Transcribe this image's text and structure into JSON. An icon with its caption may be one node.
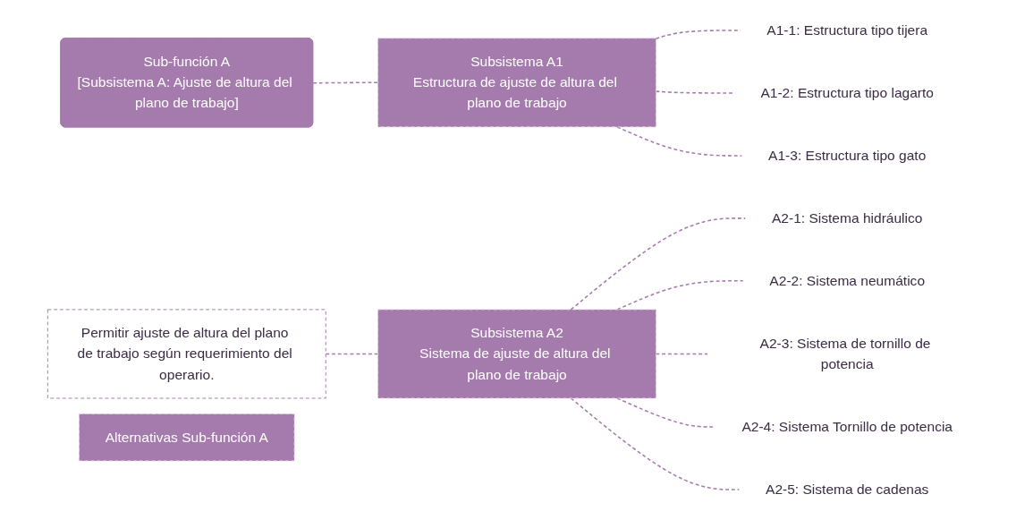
{
  "diagram": {
    "nodes": [
      {
        "text": [
          "Sub-función A",
          "[Subsistema A: Ajuste de altura del plano de trabajo]"
        ]
      },
      {
        "text": [
          "Permitir ajuste de altura del plano de trabajo según requerimiento del operario."
        ]
      },
      {
        "text": [
          "Subsistema A1",
          "Estructura de ajuste de altura del plano de trabajo"
        ]
      },
      {
        "text": [
          "Subsistema A2",
          "Sistema de ajuste de altura del plano de trabajo"
        ]
      },
      {
        "text": [
          "Alternativas Sub-función A"
        ]
      },
      {
        "text": [
          "A1-1: Estructura tipo tijera"
        ]
      },
      {
        "text": [
          "A1-2: Estructura tipo lagarto"
        ]
      },
      {
        "text": [
          "A1-3: Estructura tipo gato"
        ]
      },
      {
        "text": [
          "A2-1: Sistema hidráulico"
        ]
      },
      {
        "text": [
          "A2-2: Sistema neumático"
        ]
      },
      {
        "text": [
          "A2-3: Sistema de tornillo de potencia"
        ]
      },
      {
        "text": [
          "A2-4: Sistema Tornillo de potencia"
        ]
      },
      {
        "text": [
          "A2-5: Sistema de cadenas"
        ]
      }
    ],
    "edges": [
      {
        "from": 0,
        "to": 2,
        "arrow": "none",
        "style": "dashed"
      },
      {
        "from": 1,
        "to": 3,
        "arrow": "none",
        "style": "dashed"
      },
      {
        "from": 2,
        "to": 5,
        "arrow": "none",
        "style": "dashed"
      },
      {
        "from": 2,
        "to": 6,
        "arrow": "none",
        "style": "dashed"
      },
      {
        "from": 2,
        "to": 7,
        "arrow": "none",
        "style": "dashed"
      },
      {
        "from": 3,
        "to": 8,
        "arrow": "none",
        "style": "dashed"
      },
      {
        "from": 3,
        "to": 9,
        "arrow": "none",
        "style": "dashed"
      },
      {
        "from": 3,
        "to": 10,
        "arrow": "none",
        "style": "dashed"
      },
      {
        "from": 3,
        "to": 11,
        "arrow": "none",
        "style": "dashed"
      },
      {
        "from": 3,
        "to": 12,
        "arrow": "none",
        "style": "dashed"
      }
    ]
  }
}
